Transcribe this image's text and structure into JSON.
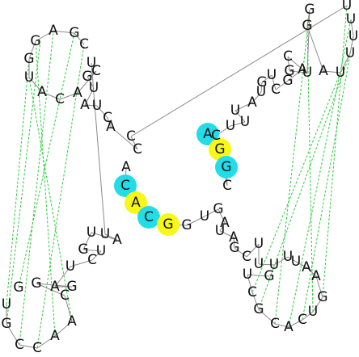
{
  "diagram": {
    "type": "RNA secondary structure",
    "highlight_colors": {
      "yellow": "#f7f71a",
      "cyan": "#22dde8"
    },
    "pair_color": "#2ecc40",
    "backbone_color": "#8a8a8a",
    "nucleotides": [
      "A",
      "C",
      "A",
      "C",
      "G",
      "G",
      "U",
      "G",
      "A",
      "U",
      "A",
      "G",
      "C",
      "U",
      "U",
      "U",
      "U",
      "U",
      "A",
      "A",
      "G",
      "U",
      "C",
      "A",
      "C",
      "G",
      "C",
      "U",
      "G",
      "A",
      "G",
      "G",
      "C",
      "C",
      "U",
      "U",
      "U",
      "A",
      "U",
      "G",
      "U",
      "C",
      "G",
      "A",
      "C",
      "G",
      "U",
      "G",
      "G",
      "A",
      "U",
      "U",
      "U",
      "U",
      "U",
      "C",
      "C",
      "A",
      "C",
      "U",
      "A",
      "U",
      "G",
      "C",
      "A",
      "C",
      "A",
      "U",
      "G",
      "G",
      "A",
      "G",
      "C",
      "U"
    ]
  }
}
